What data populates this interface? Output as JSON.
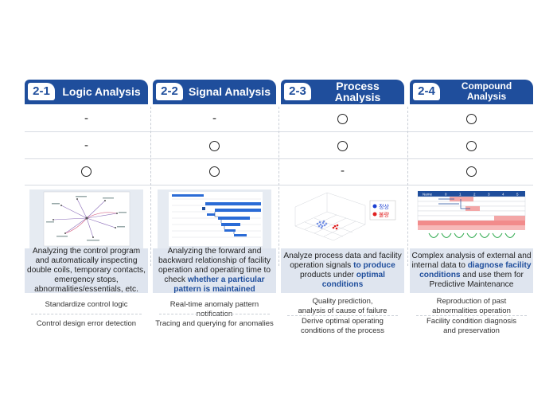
{
  "columns": [
    {
      "num": "2-1",
      "title": "Logic Analysis",
      "marks": [
        "-",
        "-",
        "circle"
      ],
      "desc": [
        {
          "t": "Analyzing the control program and automatically inspecting double coils, temporary contacts, emergency stops, abnormalities/essentials, etc.",
          "hl": false
        }
      ],
      "bullets": [
        "Standardize control logic",
        "Control design error detection"
      ]
    },
    {
      "num": "2-2",
      "title": "Signal Analysis",
      "marks": [
        "-",
        "circle",
        "circle"
      ],
      "desc": [
        {
          "t": "Analyzing the forward and backward relationship of facility operation and operating time to check ",
          "hl": false
        },
        {
          "t": "whether a particular pattern is maintained",
          "hl": true
        }
      ],
      "bullets": [
        "Real-time anomaly pattern notification",
        "Tracing and querying for anomalies"
      ]
    },
    {
      "num": "2-3",
      "title": "Process Analysis",
      "marks": [
        "circle",
        "circle",
        "-"
      ],
      "desc": [
        {
          "t": "Analyze process data and facility operation signals ",
          "hl": false
        },
        {
          "t": "to produce",
          "hl": true
        },
        {
          "t": " products under ",
          "hl": false
        },
        {
          "t": "optimal conditions",
          "hl": true
        }
      ],
      "bullets": [
        "Quality prediction,\nanalysis of cause of failure",
        "Derive optimal operating\nconditions of the process"
      ],
      "legend": [
        "정상",
        "불량"
      ]
    },
    {
      "num": "2-4",
      "title": "Compound Analysis",
      "marks": [
        "circle",
        "circle",
        "circle"
      ],
      "desc": [
        {
          "t": "Complex analysis of external and internal data to ",
          "hl": false
        },
        {
          "t": "diagnose facility conditions",
          "hl": true
        },
        {
          "t": " and use them for Predictive Maintenance",
          "hl": false
        }
      ],
      "bullets": [
        "Reproduction of past\nabnormalities operation",
        "Facility condition diagnosis\nand preservation"
      ],
      "table_header": [
        "Name",
        "0",
        "1",
        "2",
        "3",
        "4",
        "5"
      ]
    }
  ],
  "colors": {
    "brand": "#1f4e9c",
    "desc_bg": "#dfe5ef",
    "normal": "#1a3fd1",
    "defect": "#e02020"
  }
}
